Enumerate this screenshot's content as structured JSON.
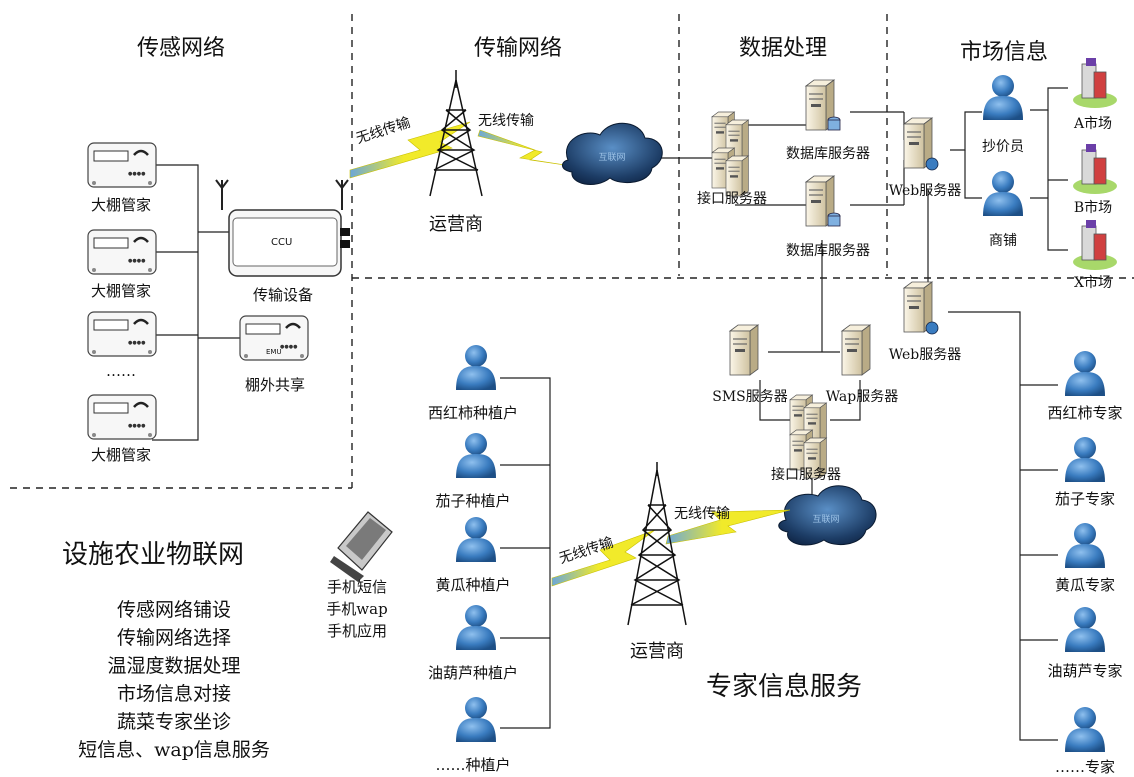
{
  "sections": {
    "sensing": "传感网络",
    "transport": "传输网络",
    "processing": "数据处理",
    "market": "市场信息"
  },
  "sensing": {
    "device1": "大棚管家",
    "device2": "大棚管家",
    "device_more": "……",
    "device3": "大棚管家",
    "transport_device": "传输设备",
    "outdoor_share": "棚外共享",
    "ccu_label": "CCU",
    "emu_label": "EMU"
  },
  "network_top": {
    "wireless_1": "无线传输",
    "wireless_2": "无线传输",
    "operator": "运营商",
    "cloud_text": "互联网"
  },
  "processing": {
    "interface_server": "接口服务器",
    "db_server_1": "数据库服务器",
    "db_server_2": "数据库服务器",
    "web_server_1": "Web服务器"
  },
  "market": {
    "collector": "抄价员",
    "shop": "商铺",
    "market_a": "A市场",
    "market_b": "B市场",
    "market_x": "X市场"
  },
  "services": {
    "web_server_2": "Web服务器",
    "sms_server": "SMS服务器",
    "wap_server": "Wap服务器",
    "interface_server": "接口服务器"
  },
  "network_bottom": {
    "wireless_1": "无线传输",
    "wireless_2": "无线传输",
    "operator": "运营商",
    "cloud_text": "互联网"
  },
  "growers": [
    "西红柿种植户",
    "茄子种植户",
    "黄瓜种植户",
    "油葫芦种植户",
    "……种植户"
  ],
  "experts": [
    "西红柿专家",
    "茄子专家",
    "黄瓜专家",
    "油葫芦专家",
    "……专家"
  ],
  "phone": {
    "line1": "手机短信",
    "line2": "手机wap",
    "line3": "手机应用"
  },
  "title": "设施农业物联网",
  "features": [
    "传感网络铺设",
    "传输网络选择",
    "温湿度数据处理",
    "市场信息对接",
    "蔬菜专家坐诊",
    "短信息、wap信息服务"
  ],
  "expert_service": "专家信息服务",
  "colors": {
    "person": "#2f6fb2",
    "server": "#e9dfc4",
    "cloud": "#1c3f6b",
    "lightning": "#e8e020",
    "tower": "#111111"
  }
}
